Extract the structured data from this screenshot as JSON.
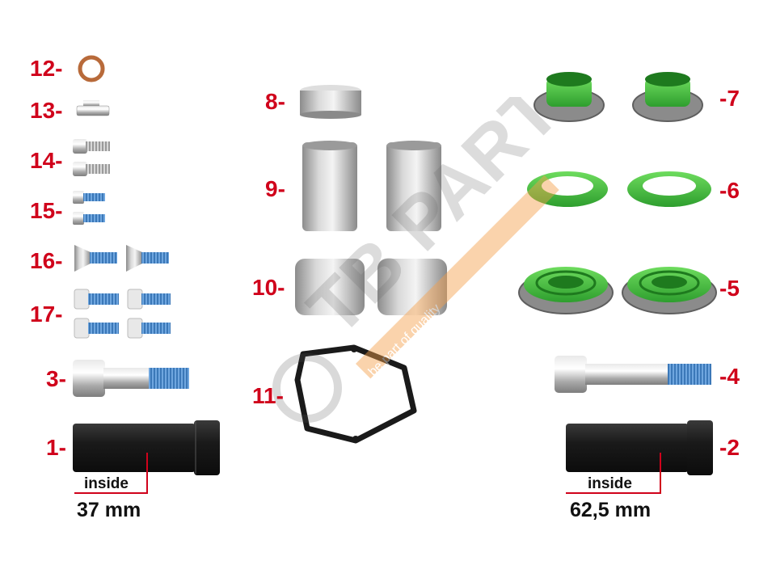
{
  "labels": {
    "l1": "1-",
    "l2": "-2",
    "l3": "3-",
    "l4": "-4",
    "l5": "-5",
    "l6": "-6",
    "l7": "-7",
    "l8": "8-",
    "l9": "9-",
    "l10": "10-",
    "l11": "11-",
    "l12": "12-",
    "l13": "13-",
    "l14": "14-",
    "l15": "15-",
    "l16": "16-",
    "l17": "17-"
  },
  "dimensions": {
    "left": {
      "caption": "inside",
      "value": "37 mm"
    },
    "right": {
      "caption": "inside",
      "value": "62,5 mm"
    }
  },
  "watermark": {
    "brand": "TB PART",
    "tagline": "be part of quality"
  },
  "colors": {
    "label_red": "#d0021b",
    "seal_green": "#3fbf3f",
    "metal": "#b9b9b9",
    "dark_sleeve": "#1e1e1e",
    "thread_blue": "#4a86c5"
  }
}
